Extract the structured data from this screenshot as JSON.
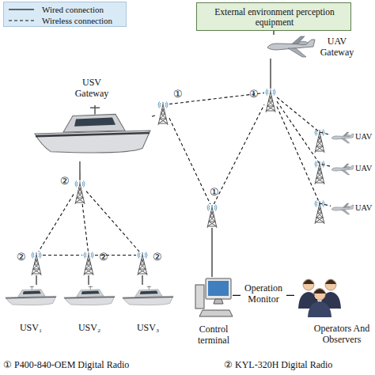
{
  "diagram": {
    "nodes": [
      {
        "text": [
          "External environment perception equipment"
        ]
      },
      {
        "text": [
          "UAV Gateway"
        ]
      },
      {
        "text": [
          "USV Gateway"
        ]
      },
      {
        "text": [
          "①"
        ]
      },
      {
        "text": [
          "①"
        ]
      },
      {
        "text": [
          "①"
        ]
      },
      {
        "text": [
          "UAV"
        ]
      },
      {
        "text": [
          "UAV"
        ]
      },
      {
        "text": [
          "UAV"
        ]
      },
      {
        "text": [
          "②"
        ]
      },
      {
        "text": [
          "②"
        ]
      },
      {
        "text": [
          "②"
        ]
      },
      {
        "text": [
          "②"
        ]
      },
      {
        "text": [
          "USV₁"
        ]
      },
      {
        "text": [
          "USV₂"
        ]
      },
      {
        "text": [
          "USV₃"
        ]
      },
      {
        "text": [
          "Control terminal"
        ]
      },
      {
        "text": [
          "Operators And Observers"
        ]
      }
    ],
    "edges": [
      {
        "from": 0,
        "to": 1,
        "arrow": "none"
      },
      {
        "from": 1,
        "to": 4,
        "arrow": "none"
      },
      {
        "from": 2,
        "to": 3,
        "arrow": "none"
      },
      {
        "from": 3,
        "to": 4,
        "arrow": "none"
      },
      {
        "from": 3,
        "to": 5,
        "arrow": "none"
      },
      {
        "from": 5,
        "to": 4,
        "arrow": "none"
      },
      {
        "from": 4,
        "to": 6,
        "arrow": "none"
      },
      {
        "from": 4,
        "to": 7,
        "arrow": "none"
      },
      {
        "from": 4,
        "to": 8,
        "arrow": "none"
      },
      {
        "from": 2,
        "to": 9,
        "arrow": "none"
      },
      {
        "from": 9,
        "to": 10,
        "arrow": "none"
      },
      {
        "from": 9,
        "to": 11,
        "arrow": "none"
      },
      {
        "from": 9,
        "to": 12,
        "arrow": "none"
      },
      {
        "from": 10,
        "to": 11,
        "arrow": "none"
      },
      {
        "from": 11,
        "to": 12,
        "arrow": "none"
      },
      {
        "from": 10,
        "to": 13,
        "arrow": "none"
      },
      {
        "from": 11,
        "to": 14,
        "arrow": "none"
      },
      {
        "from": 12,
        "to": 15,
        "arrow": "none"
      },
      {
        "from": 16,
        "to": 5,
        "arrow": "none"
      },
      {
        "from": 16,
        "to": 17,
        "label": "Operation Monitor",
        "arrow": "none"
      }
    ],
    "labels": [
      "① P400-840-OEM Digital Radio",
      "② KYL-320H Digital Radio"
    ],
    "legend": [
      {
        "text": "Wired connection"
      },
      {
        "text": "Wireless connection"
      }
    ]
  }
}
